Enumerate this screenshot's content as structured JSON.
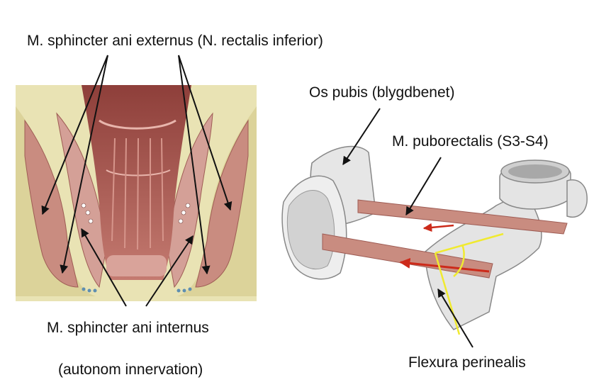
{
  "labels": {
    "sphincter_externus": "M. sphincter ani externus (N. rectalis inferior)",
    "sphincter_internus": "M. sphincter ani internus",
    "autonom": "(autonom innervation)",
    "os_pubis": "Os pubis (blygdbenet)",
    "puborectalis": "M. puborectalis (S3-S4)",
    "flexura": "Flexura perinealis"
  },
  "colors": {
    "muscle": "#c98c80",
    "muscle_dark": "#9e5c54",
    "fat": "#e9e3b4",
    "bone": "#e6e6e6",
    "arrow_red": "#cc2a1a",
    "angle_yellow": "#f0ea30",
    "line": "#111111"
  }
}
